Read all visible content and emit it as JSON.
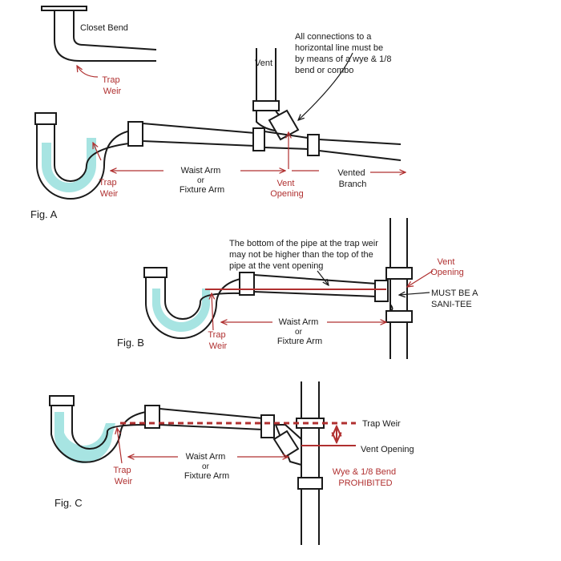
{
  "fig_a": {
    "label": "Fig. A",
    "closet_bend": "Closet Bend",
    "closet_trap_weir": [
      "Trap",
      "Weir"
    ],
    "vent": "Vent",
    "note": [
      "All connections to a",
      "horizontal line must be",
      "by means of a wye & 1/8",
      "bend or combo"
    ],
    "trap_weir": [
      "Trap",
      "Weir"
    ],
    "arm": [
      "Waist Arm",
      "or",
      "Fixture Arm"
    ],
    "vent_opening": [
      "Vent",
      "Opening"
    ],
    "vented_branch": [
      "Vented",
      "Branch"
    ]
  },
  "fig_b": {
    "label": "Fig. B",
    "note": [
      "The bottom of the pipe at the trap weir",
      "may not be higher than the top of the",
      "pipe at the vent opening"
    ],
    "vent_opening": [
      "Vent",
      "Opening"
    ],
    "must_be": [
      "MUST BE A",
      "SANI-TEE"
    ],
    "trap_weir": [
      "Trap",
      "Weir"
    ],
    "arm": [
      "Waist Arm",
      "or",
      "Fixture Arm"
    ]
  },
  "fig_c": {
    "label": "Fig. C",
    "trap_weir_right": "Trap Weir",
    "vent_opening": "Vent Opening",
    "prohibited": [
      "Wye & 1/8 Bend",
      "PROHIBITED"
    ],
    "trap_weir": [
      "Trap",
      "Weir"
    ],
    "arm": [
      "Waist Arm",
      "or",
      "Fixture Arm"
    ]
  }
}
